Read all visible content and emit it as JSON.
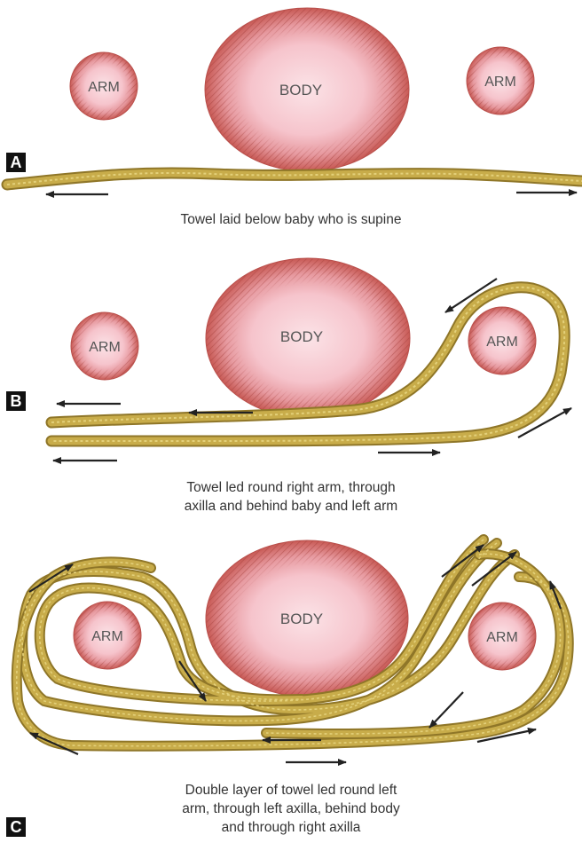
{
  "panels": [
    {
      "letter": "A",
      "body_label": "BODY",
      "left_arm_label": "ARM",
      "right_arm_label": "ARM",
      "caption_lines": [
        "Towel laid below baby who is supine"
      ]
    },
    {
      "letter": "B",
      "body_label": "BODY",
      "left_arm_label": "ARM",
      "right_arm_label": "ARM",
      "caption_lines": [
        "Towel led round right arm, through",
        "axilla and behind baby and left arm"
      ]
    },
    {
      "letter": "C",
      "body_label": "BODY",
      "left_arm_label": "ARM",
      "right_arm_label": "ARM",
      "caption_lines": [
        "Double layer of towel led round left",
        "arm, through left axilla, behind body",
        "and through right axilla"
      ]
    }
  ],
  "colors": {
    "circle_fill": "#f6c4cc",
    "circle_edge": "#c85a55",
    "towel": "#b59a3b",
    "towel_highlight": "#e3d07a",
    "arrow": "#222222",
    "label": "#555555",
    "caption": "#333333"
  }
}
